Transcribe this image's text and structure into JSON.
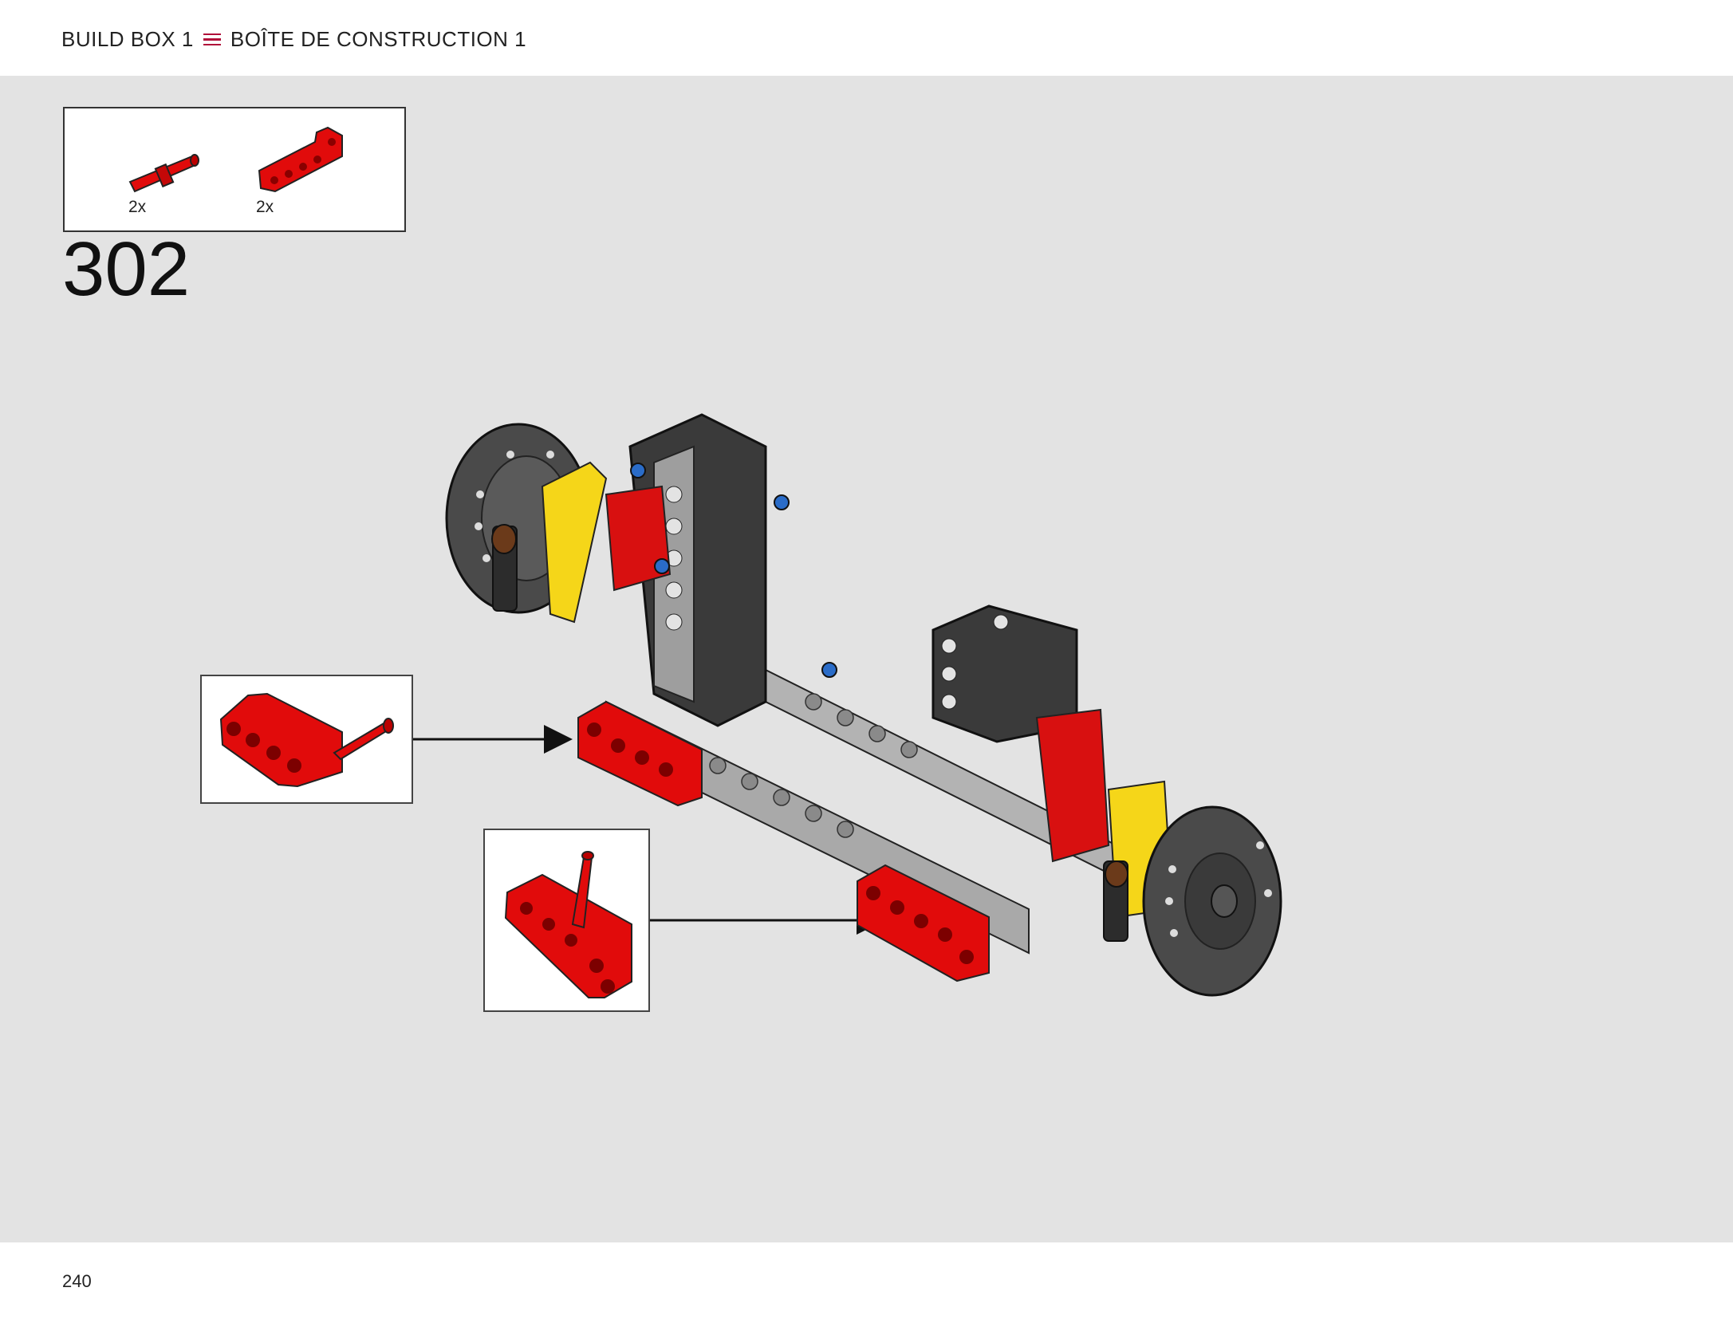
{
  "header": {
    "title_en": "BUILD BOX 1",
    "title_fr": "BOÎTE DE CONSTRUCTION 1"
  },
  "parts_list": {
    "items": [
      {
        "part": "red-axle-pin",
        "quantity": "2x"
      },
      {
        "part": "red-bent-beam",
        "quantity": "2x"
      }
    ]
  },
  "step": {
    "number": "302"
  },
  "footer": {
    "page_number": "240"
  },
  "colors": {
    "accent": "#b0103a",
    "part_red": "#e10b0b",
    "frame_dark": "#3a3a3a",
    "frame_light": "#a8a8a8",
    "highlight_yellow": "#f5d619",
    "pin_blue": "#2a6cc8",
    "background": "#e3e3e3"
  }
}
